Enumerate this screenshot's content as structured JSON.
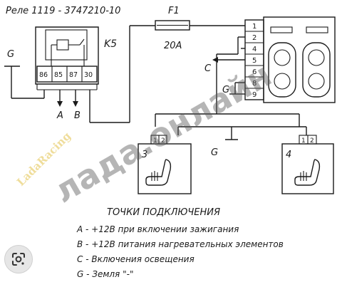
{
  "relay": {
    "title": "Реле 1119 - 3747210-10",
    "designator": "K5",
    "pins": [
      "86",
      "85",
      "87",
      "30"
    ],
    "outputs": [
      "A",
      "B"
    ]
  },
  "fuse": {
    "designator": "F1",
    "rating": "20A"
  },
  "switch": {
    "pins": [
      "1",
      "2",
      "4",
      "5",
      "6",
      "8",
      "9"
    ],
    "label_c": "C",
    "label_g": "G"
  },
  "ground_left": "G",
  "ground_mid": "G",
  "heaters": [
    {
      "number": "3",
      "pins": [
        "1",
        "2"
      ]
    },
    {
      "number": "4",
      "pins": [
        "1",
        "2"
      ]
    }
  ],
  "watermarks": {
    "brand": "LadaRacing",
    "site": "лада.онлайн"
  },
  "legend": {
    "title": "ТОЧКИ ПОДКЛЮЧЕНИЯ",
    "items": [
      "A - +12В при включении зажигания",
      "B - +12В питания нагревательных элементов",
      "C - Включения освещения",
      "G - Земля \"-\""
    ]
  },
  "lens_button": {
    "icon": "google-lens-icon"
  }
}
